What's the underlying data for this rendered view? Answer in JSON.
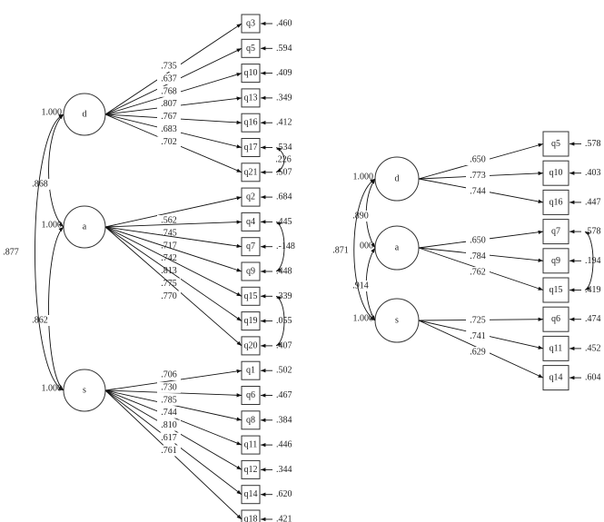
{
  "models": [
    {
      "name": "left-model",
      "factors": [
        {
          "id": "d",
          "label": "d",
          "variance": "1.000",
          "items": [
            {
              "label": "q3",
              "loading": ".735",
              "error": ".460"
            },
            {
              "label": "q5",
              "loading": ".637",
              "error": ".594"
            },
            {
              "label": "q10",
              "loading": ".768",
              "error": ".409"
            },
            {
              "label": "q13",
              "loading": ".807",
              "error": ".349"
            },
            {
              "label": "q16",
              "loading": ".767",
              "error": ".412"
            },
            {
              "label": "q17",
              "loading": ".683",
              "error": ".534"
            },
            {
              "label": "q21",
              "loading": ".702",
              "error": ".507"
            }
          ]
        },
        {
          "id": "a",
          "label": "a",
          "variance": "1.000",
          "items": [
            {
              "label": "q2",
              "loading": ".562",
              "error": ".684"
            },
            {
              "label": "q4",
              "loading": ".745",
              "error": ".445"
            },
            {
              "label": "q7",
              "loading": ".717",
              "error": ".-148"
            },
            {
              "label": "q9",
              "loading": ".742",
              "error": ".448"
            },
            {
              "label": "q15",
              "loading": ".813",
              "error": ".339"
            },
            {
              "label": "q19",
              "loading": ".775",
              "error": ".055"
            },
            {
              "label": "q20",
              "loading": ".770",
              "error": ".407"
            }
          ]
        },
        {
          "id": "s",
          "label": "s",
          "variance": "1.000",
          "items": [
            {
              "label": "q1",
              "loading": ".706",
              "error": ".502"
            },
            {
              "label": "q6",
              "loading": ".730",
              "error": ".467"
            },
            {
              "label": "q8",
              "loading": ".785",
              "error": ".384"
            },
            {
              "label": "q11",
              "loading": ".744",
              "error": ".446"
            },
            {
              "label": "q12",
              "loading": ".810",
              "error": ".344"
            },
            {
              "label": "q14",
              "loading": ".617",
              "error": ".620"
            },
            {
              "label": "q18",
              "loading": ".761",
              "error": ".421"
            }
          ]
        }
      ],
      "factor_correlations": [
        {
          "from": "d",
          "to": "a",
          "value": ".868"
        },
        {
          "from": "a",
          "to": "s",
          "value": ".862"
        },
        {
          "from": "d",
          "to": "s",
          "value": ".877"
        }
      ],
      "error_covariances": [
        {
          "from": "q17",
          "to": "q21",
          "value": ".226"
        },
        {
          "from": "q4",
          "to": "q9",
          "value": "-.148"
        },
        {
          "from": "q15",
          "to": "q20",
          "value": ".055"
        }
      ]
    },
    {
      "name": "right-model",
      "factors": [
        {
          "id": "d",
          "label": "d",
          "variance": "1.000",
          "items": [
            {
              "label": "q5",
              "loading": ".650",
              "error": ".578"
            },
            {
              "label": "q10",
              "loading": ".773",
              "error": ".403"
            },
            {
              "label": "q16",
              "loading": ".744",
              "error": ".447"
            }
          ]
        },
        {
          "id": "a",
          "label": "a",
          "variance": "000",
          "items": [
            {
              "label": "q7",
              "loading": ".650",
              "error": ".578"
            },
            {
              "label": "q9",
              "loading": ".784",
              "error": ".194"
            },
            {
              "label": "q15",
              "loading": ".762",
              "error": ".419"
            }
          ]
        },
        {
          "id": "s",
          "label": "s",
          "variance": "1.000",
          "items": [
            {
              "label": "q6",
              "loading": ".725",
              "error": ".474"
            },
            {
              "label": "q11",
              "loading": ".741",
              "error": ".452"
            },
            {
              "label": "q14",
              "loading": ".629",
              "error": ".604"
            }
          ]
        }
      ],
      "factor_correlations": [
        {
          "from": "d",
          "to": "a",
          "value": ".890"
        },
        {
          "from": "a",
          "to": "s",
          "value": ".914"
        },
        {
          "from": "d",
          "to": "s",
          "value": ".871"
        }
      ],
      "error_covariances": [
        {
          "from": "q7",
          "to": "q15",
          "value": ".194"
        }
      ]
    }
  ]
}
